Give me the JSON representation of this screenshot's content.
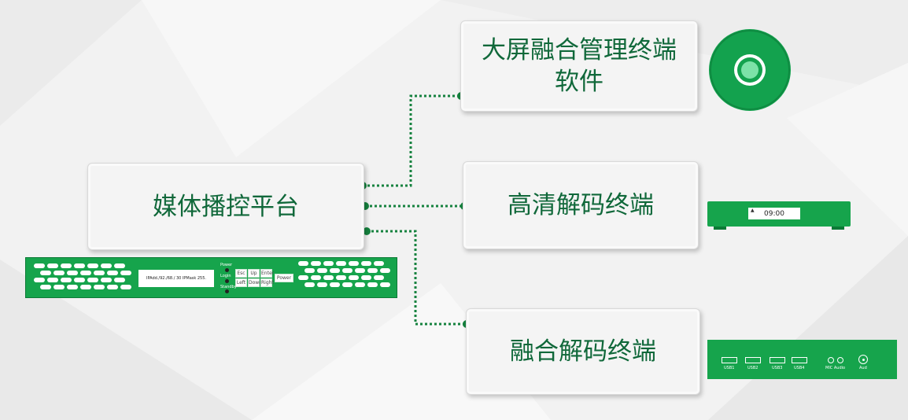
{
  "colors": {
    "accent": "#0aa04a",
    "line": "#16823f",
    "text": "#10683a"
  },
  "center": {
    "label": "媒体播控平台"
  },
  "targets": [
    {
      "line1": "大屏融合管理终端",
      "line2": "软件"
    },
    {
      "line1": "高清解码终端"
    },
    {
      "line1": "融合解码终端"
    }
  ],
  "devices": {
    "rack": {
      "lcd": "IPAdd./92./68./ 30  IPMask 255.",
      "leds": [
        "Power",
        "Login",
        "Standby"
      ],
      "buttons": [
        "Esc",
        "Up",
        "Enter",
        "Left",
        "Down",
        "Right"
      ],
      "power_button": "Power"
    },
    "hd_decoder": {
      "clock": "09:00"
    },
    "fusion_decoder": {
      "ports": [
        "USB1",
        "USB2",
        "USB3",
        "USB4",
        "MIC Audio",
        "Aud"
      ]
    }
  },
  "icons": {
    "software": "disc-icon"
  }
}
